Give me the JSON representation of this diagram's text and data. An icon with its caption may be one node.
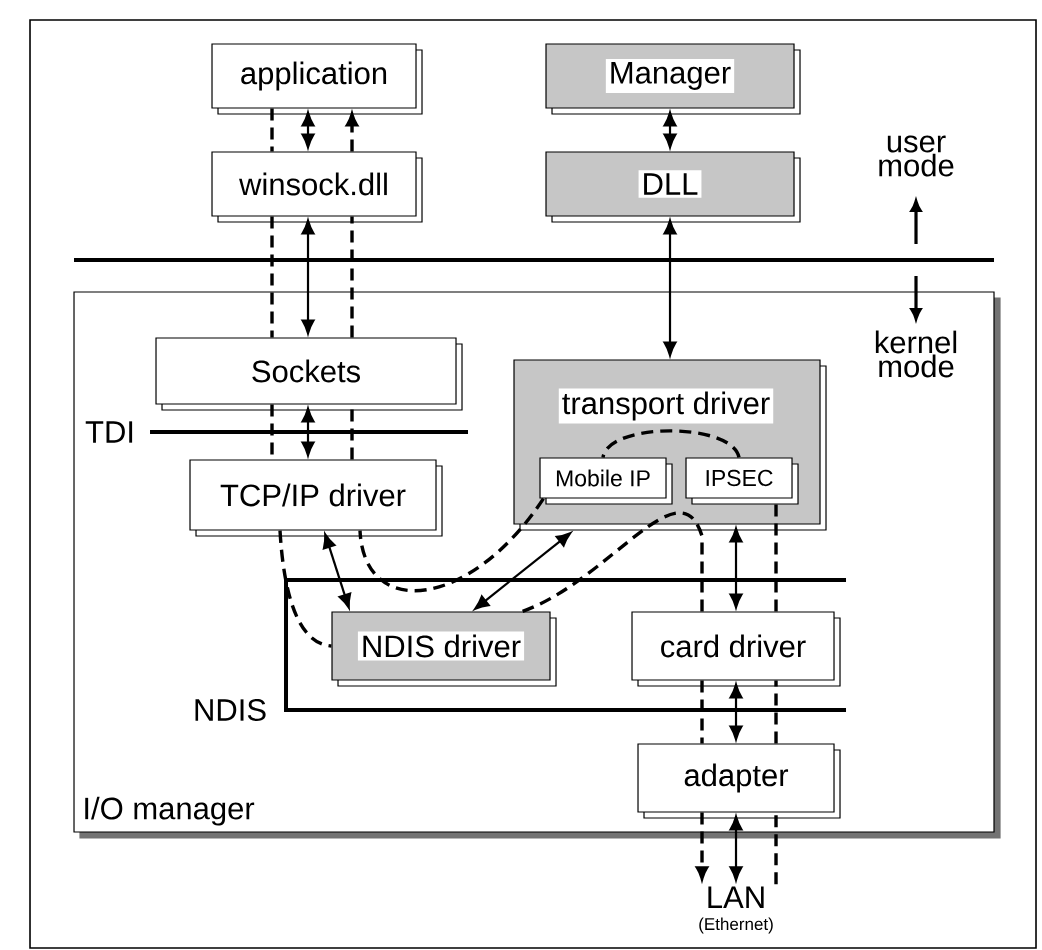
{
  "diagram": {
    "nodes": [
      {
        "text": [
          "application"
        ]
      },
      {
        "text": [
          "Manager"
        ]
      },
      {
        "text": [
          "winsock.dll"
        ]
      },
      {
        "text": [
          "DLL"
        ]
      },
      {
        "text": [
          "I/O manager"
        ]
      },
      {
        "text": [
          "Sockets"
        ],
        "in": 4
      },
      {
        "text": [
          "transport driver"
        ],
        "in": 4
      },
      {
        "text": [
          "Mobile IP"
        ],
        "in": 6
      },
      {
        "text": [
          "IPSEC"
        ],
        "in": 6
      },
      {
        "text": [
          "TCP/IP driver"
        ],
        "in": 4
      },
      {
        "text": [
          "NDIS driver"
        ],
        "in": 4
      },
      {
        "text": [
          "card driver"
        ],
        "in": 4
      },
      {
        "text": [
          "adapter"
        ],
        "in": 4
      },
      {
        "text": [
          "LAN",
          "(Ethernet)"
        ]
      }
    ],
    "edges": [
      {
        "from": 0,
        "to": 2,
        "arrow": "both"
      },
      {
        "from": 2,
        "to": 5,
        "arrow": "both"
      },
      {
        "from": 5,
        "to": 9,
        "arrow": "both"
      },
      {
        "from": 9,
        "to": 10,
        "arrow": "both"
      },
      {
        "from": 10,
        "to": 6,
        "arrow": "both"
      },
      {
        "from": 1,
        "to": 3,
        "arrow": "both"
      },
      {
        "from": 3,
        "to": 6,
        "arrow": "both"
      },
      {
        "from": 6,
        "to": 11,
        "arrow": "both"
      },
      {
        "from": 11,
        "to": 12,
        "arrow": "both"
      },
      {
        "from": 12,
        "to": 13,
        "arrow": "both"
      },
      {
        "from": 0,
        "to": 2,
        "arrow": "none",
        "style": "dashed"
      },
      {
        "from": 2,
        "to": 5,
        "arrow": "none",
        "style": "dashed"
      },
      {
        "from": 5,
        "to": 9,
        "arrow": "none",
        "style": "dashed"
      },
      {
        "from": 9,
        "to": 10,
        "arrow": "none",
        "style": "dashed"
      },
      {
        "from": 10,
        "to": 11,
        "arrow": "none",
        "style": "dashed"
      },
      {
        "from": 11,
        "to": 12,
        "arrow": "none",
        "style": "dashed"
      },
      {
        "from": 12,
        "to": 13,
        "arrow": "to",
        "style": "dashed"
      },
      {
        "from": 2,
        "to": 0,
        "arrow": "to",
        "style": "dashed"
      },
      {
        "from": 5,
        "to": 2,
        "arrow": "none",
        "style": "dashed"
      },
      {
        "from": 9,
        "to": 5,
        "arrow": "none",
        "style": "dashed"
      },
      {
        "from": 7,
        "to": 9,
        "arrow": "none",
        "style": "dashed"
      },
      {
        "from": 8,
        "to": 7,
        "arrow": "none",
        "style": "dashed"
      },
      {
        "from": 11,
        "to": 8,
        "arrow": "none",
        "style": "dashed"
      },
      {
        "from": 12,
        "to": 11,
        "arrow": "none",
        "style": "dashed"
      },
      {
        "from": 13,
        "to": 12,
        "arrow": "none",
        "style": "dashed"
      }
    ],
    "labels": [
      "user mode",
      "kernel mode",
      "TDI",
      "NDIS"
    ]
  }
}
